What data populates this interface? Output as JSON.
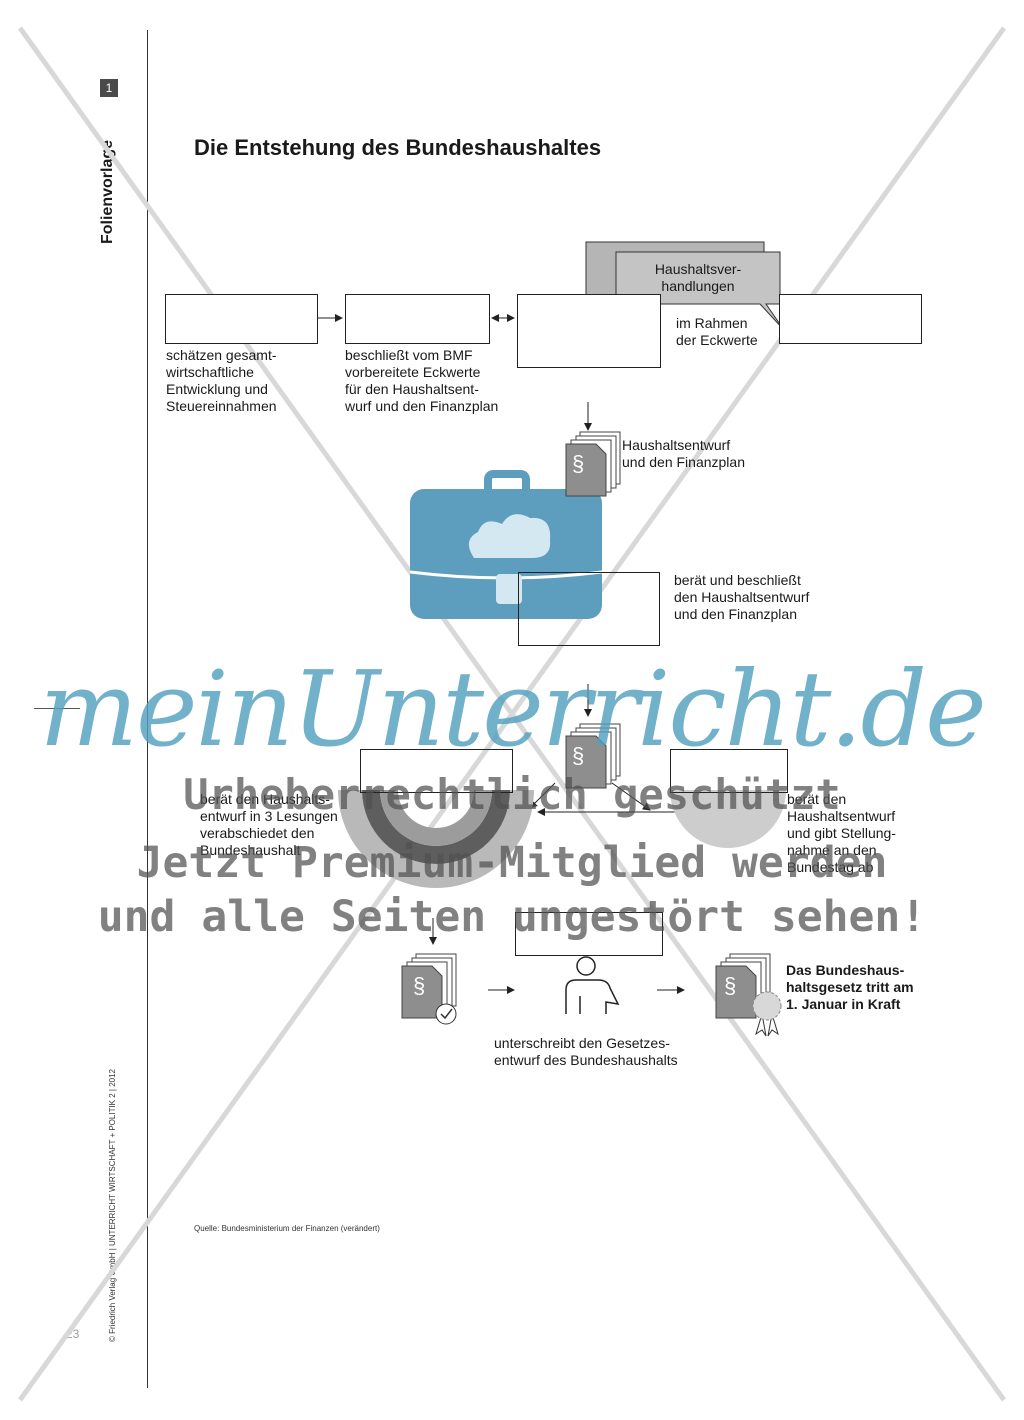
{
  "page": {
    "page_badge": "1",
    "side_label": "Folienvorlage",
    "title": "Die Entstehung des Bundeshaushaltes",
    "copyright": "© Friedrich Verlag GmbH | UNTERRICHT WIRTSCHAFT + POLITIK 2 | 2012",
    "page_number": "23",
    "source": "Quelle: Bundesministerium der Finanzen (verändert)"
  },
  "flow": {
    "step1_text": "schätzen gesamt-\nwirtschaftliche\nEntwicklung und\nSteuereinnahmen",
    "step2_text": "beschließt vom BMF\nvorbereitete Eckwerte\nfür den Haushaltsent-\nwurf und den Finanzplan",
    "bubble_text": "Haushaltsver-\nhandlungen",
    "step4_text": "im Rahmen\nder Eckwerte",
    "draft_text": "Haushaltsentwurf\nund den Finanzplan",
    "cabinet_text": "berät und beschließt\nden Haushaltsentwurf\nund den Finanzplan",
    "bundestag_text": "berät den Haushalts-\nentwurf in 3 Lesungen\nverabschiedet den\nBundeshaushalt",
    "bundesrat_text": "berät den\nHaushaltsentwurf\nund gibt Stellung-\nnahme an den\nBundestag ab",
    "president_text": "unterschreibt den Gesetzes-\nentwurf des Bundeshaushalts",
    "final_text": "Das Bundeshaus-\nhaltsgesetz tritt am\n1. Januar in Kraft",
    "paragraph_symbol": "§"
  },
  "watermark": {
    "logo": "meinUnterricht.de",
    "line1": "Urheberrechtlich geschützt",
    "line2": "Jetzt Premium-Mitglied werden",
    "line3": "und alle Seiten ungestört sehen!"
  },
  "colors": {
    "briefcase": "#5d9dbd",
    "cloud": "#d4e8f2",
    "bubble": "#b5b5b5",
    "doc_gray": "#8e8e8e",
    "logo": "#53a0be"
  }
}
